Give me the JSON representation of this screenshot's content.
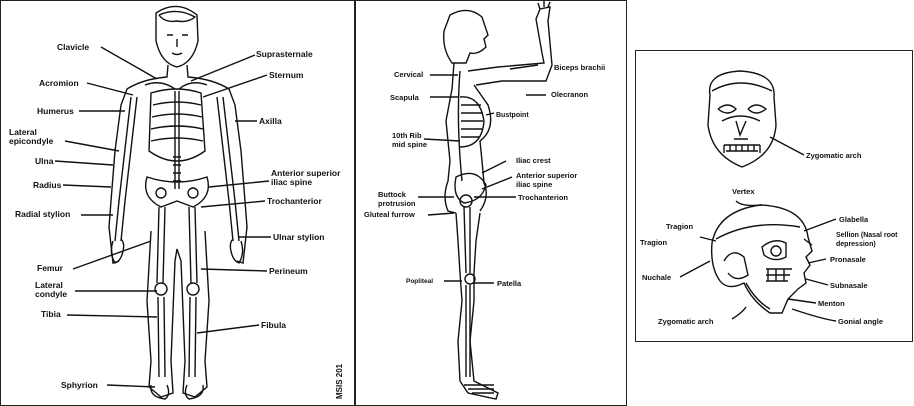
{
  "front_panel": {
    "labels": {
      "clavicle": "Clavicle",
      "suprasternale": "Suprasternale",
      "acromion": "Acromion",
      "sternum": "Sternum",
      "humerus": "Humerus",
      "axilla": "Axilla",
      "lateral_epicondyle": "Lateral\nepicondyle",
      "ulna": "Ulna",
      "radius": "Radius",
      "anterior_superior_iliac_spine": "Anterior superior\niliac spine",
      "radial_stylion": "Radial stylion",
      "trochanterior": "Trochanterior",
      "ulnar_stylion": "Ulnar stylion",
      "femur": "Femur",
      "perineum": "Perineum",
      "lateral_condyle": "Lateral\ncondyle",
      "tibia": "Tibia",
      "fibula": "Fibula",
      "sphyrion": "Sphyrion"
    },
    "figure_code": "MSIS 201"
  },
  "side_panel": {
    "labels": {
      "cervical": "Cervical",
      "biceps_brachii": "Biceps brachii",
      "scapula": "Scapula",
      "olecranon": "Olecranon",
      "bustpoint": "Bustpoint",
      "tenth_rib_mid_spine": "10th Rib\nmid spine",
      "iliac_crest": "Iliac crest",
      "anterior_superior_iliac_spine": "Anterior superior\niliac spine",
      "buttock_protrusion": "Buttock\nprotrusion",
      "trochanterion": "Trochanterion",
      "gluteal_furrow": "Gluteal furrow",
      "popliteal": "Popliteal",
      "patella": "Patella"
    }
  },
  "head_panel": {
    "labels": {
      "zygomatic_arch_top": "Zygomatic arch",
      "vertex": "Vertex",
      "tragion_1": "Tragion",
      "glabella": "Glabella",
      "tragion_2": "Tragion",
      "sellion": "Sellion (Nasal root\ndepression)",
      "pronasale": "Pronasale",
      "nuchale": "Nuchale",
      "subnasale": "Subnasale",
      "menton": "Menton",
      "zygomatic_arch_bottom": "Zygomatic arch",
      "gonial_angle": "Gonial angle"
    }
  }
}
